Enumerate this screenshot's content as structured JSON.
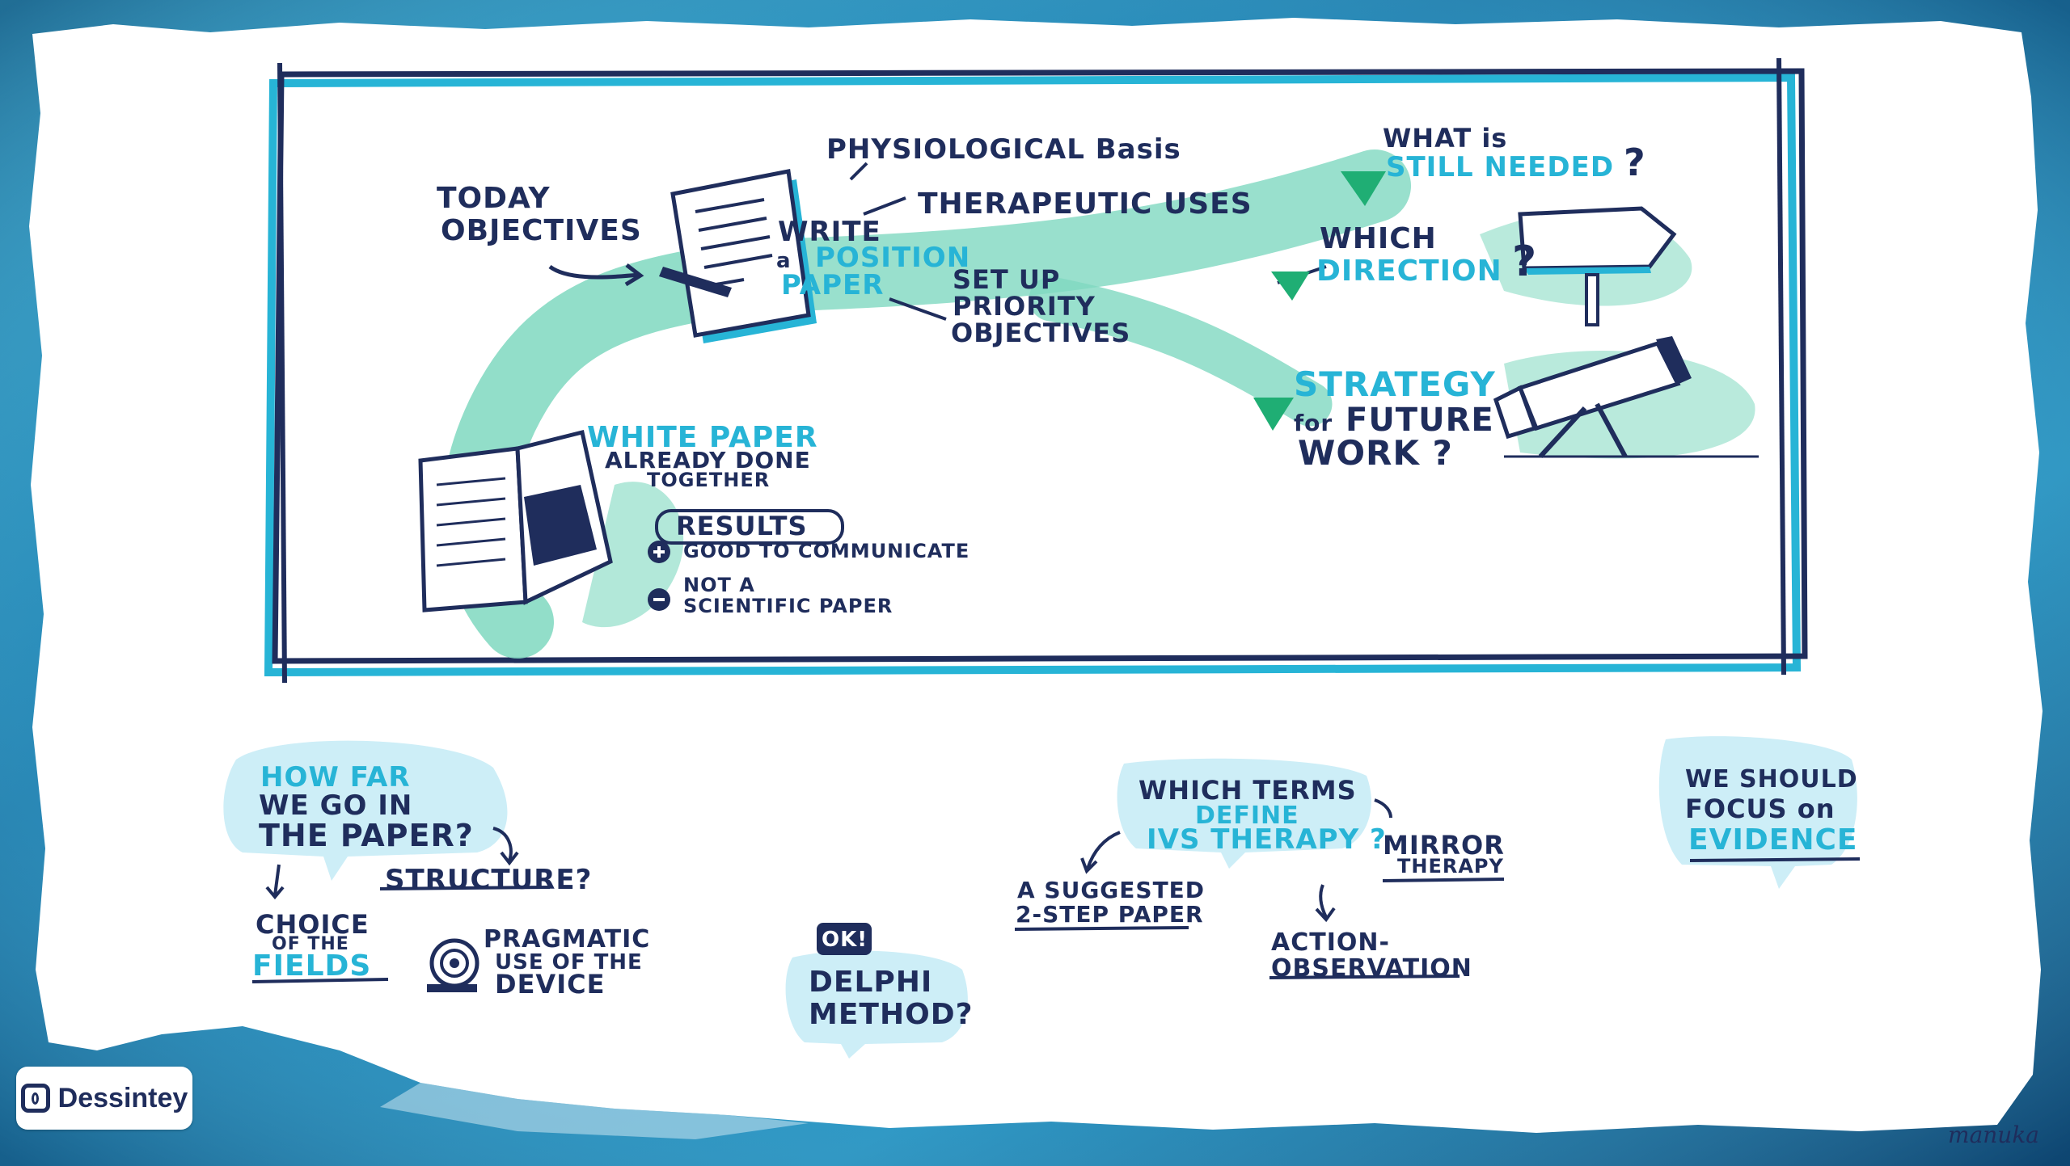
{
  "board": {
    "today_objectives": [
      "TODAY",
      "OBJECTIVES"
    ],
    "write_line1": "WRITE",
    "write_a": "a",
    "position": "POSITION",
    "paper": "PAPER",
    "physiological": "PHYSIOLOGICAL Basis",
    "therapeutic": "THERAPEUTIC USES",
    "setup": [
      "SET UP",
      "PRIORITY",
      "OBJECTIVES"
    ],
    "white_paper": "WHITE PAPER",
    "already_done": [
      "ALREADY DONE",
      "TOGETHER"
    ],
    "results": "RESULTS",
    "good": "GOOD TO COMMUNICATE",
    "not_a": "NOT A",
    "scientific": "SCIENTIFIC PAPER",
    "what_is": "WHAT is",
    "still_needed": "STILL NEEDED",
    "qmark": "?",
    "which": "WHICH",
    "direction": "DIRECTION",
    "strategy": "STRATEGY",
    "for_future_for": "for",
    "future": "FUTURE",
    "work": "WORK ?"
  },
  "bottom": {
    "how_far": "HOW FAR",
    "we_go": "WE GO IN",
    "the_paper": "THE PAPER?",
    "structure": "STRUCTURE?",
    "choice": "CHOICE",
    "of_the": "OF THE",
    "fields": "FIELDS",
    "pragmatic": "PRAGMATIC",
    "use_of_the": "USE OF THE",
    "device": "DEVICE",
    "ok": "OK!",
    "delphi": "DELPHI",
    "method": "METHOD?",
    "which_terms": "WHICH TERMS",
    "define": "DEFINE",
    "ivs_therapy": "IVS THERAPY ?",
    "mirror": "MIRROR",
    "therapy": "THERAPY",
    "suggested": "A SUGGESTED",
    "two_step": "2-STEP PAPER",
    "action": "ACTION-",
    "observation": "OBSERVATION",
    "we_should": "WE SHOULD",
    "focus_on": "FOCUS on",
    "evidence": "EVIDENCE"
  },
  "branding": {
    "logo": "Dessintey",
    "signature": "manuka"
  },
  "colors": {
    "navy": "#1f2d5c",
    "cyan": "#27b4d6",
    "mint": "#7fd8c0",
    "water": "#2a8fbf",
    "bubble": "#cdeef7",
    "triangle": "#1fae74"
  }
}
